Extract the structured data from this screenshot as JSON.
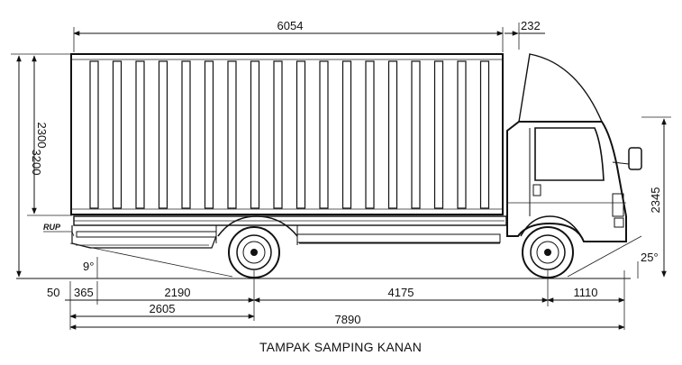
{
  "title": "TAMPAK SAMPING KANAN",
  "dimensions": {
    "box_length": "6054",
    "cab_offset": "232",
    "overall_height": "3200",
    "box_height": "2300",
    "cab_height": "2345",
    "rear_overhang_gap": "50",
    "rear_offset": "365",
    "rear_to_axle": "2190",
    "wheelbase": "4175",
    "front_overhang": "1110",
    "rear_overhang": "2605",
    "overall_length": "7890",
    "departure_angle": "9°",
    "approach_angle": "25°"
  },
  "labels": {
    "rup": "RUP"
  }
}
